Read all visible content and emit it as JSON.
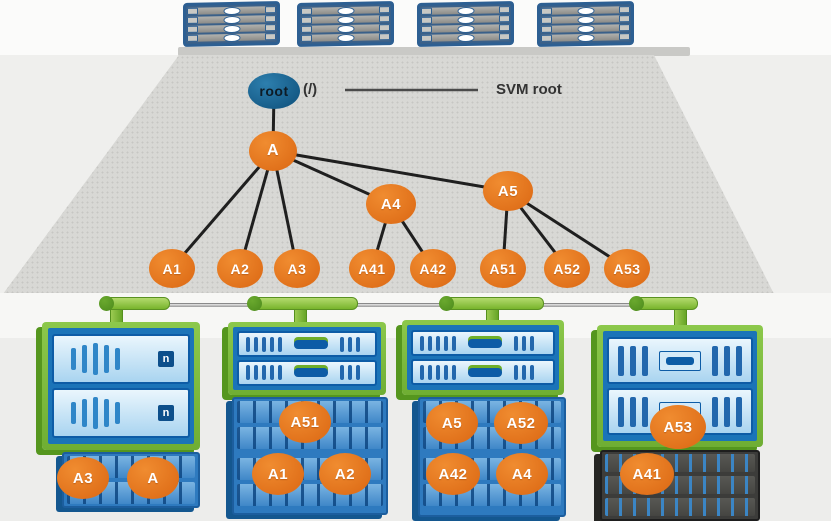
{
  "annotation": {
    "root_label": "root",
    "root_path": "(/)",
    "svm_callout": "SVM root"
  },
  "tree": {
    "nodes": {
      "root": "root",
      "a": "A",
      "a1": "A1",
      "a2": "A2",
      "a3": "A3",
      "a4": "A4",
      "a41": "A41",
      "a42": "A42",
      "a5": "A5",
      "a51": "A51",
      "a52": "A52",
      "a53": "A53"
    }
  },
  "hardware": {
    "controller_logo": "n",
    "volumes": {
      "g1_left": "A3",
      "g1_right": "A",
      "g2_top": "A51",
      "g2_left": "A1",
      "g2_right": "A2",
      "g3_tl": "A5",
      "g3_tr": "A52",
      "g3_bl": "A42",
      "g3_br": "A4",
      "g4_top": "A53",
      "g4_bottom": "A41"
    }
  },
  "colors": {
    "volume_orange": "#e87a1f",
    "root_blue": "#19648f",
    "connector_green": "#8cc63e",
    "chassis_blue": "#1b74b8",
    "floor_gray": "#d8d8d5"
  }
}
